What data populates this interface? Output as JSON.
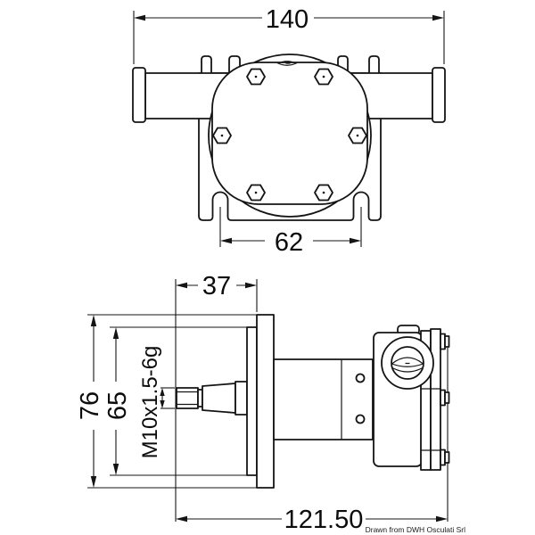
{
  "drawing": {
    "type": "technical-drawing",
    "subject": "marine-pump-two-views",
    "top_view": {
      "dim_overall_width": "140",
      "dim_slot_spacing": "62"
    },
    "side_view": {
      "dim_flange_face_to_shaft_end": "37",
      "dim_flange_height": "76",
      "dim_inner_plate_height": "65",
      "dim_shaft_thread": "M10x1.5-6g",
      "dim_overall_length": "121.50"
    },
    "credit": "Drawn from DWH Osculati Srl"
  }
}
